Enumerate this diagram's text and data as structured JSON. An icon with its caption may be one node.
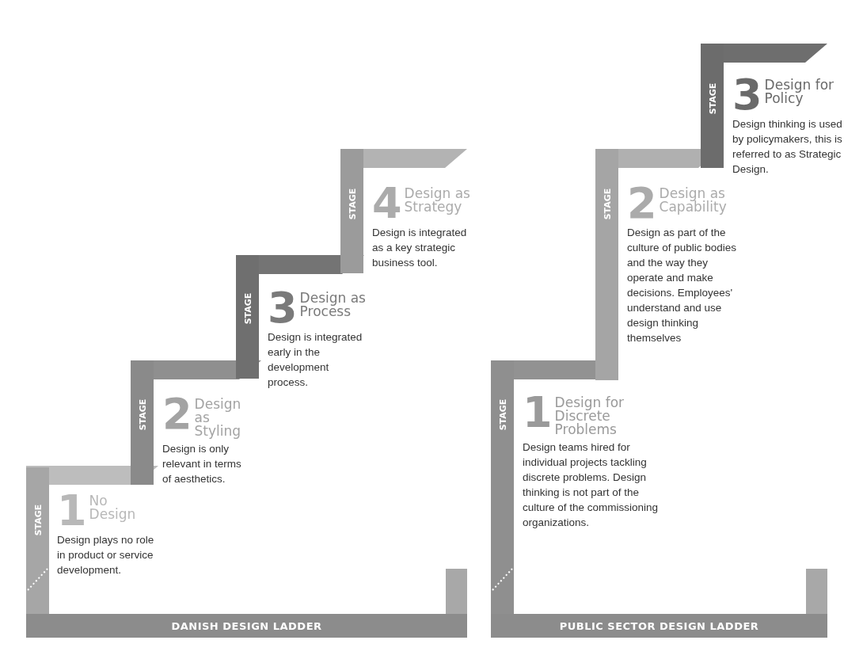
{
  "diagram": {
    "nodes": [
      {
        "text": [
          "DANISH DESIGN LADDER"
        ]
      },
      {
        "text": [
          "1",
          "No Design",
          "Design plays no role in product or service development."
        ],
        "beside": [
          "STAGE"
        ]
      },
      {
        "text": [
          "2",
          "Design as Styling",
          "Design is only relevant in terms of aesthetics."
        ],
        "beside": [
          "STAGE"
        ]
      },
      {
        "text": [
          "3",
          "Design as Process",
          "Design is integrated early in the development process."
        ],
        "beside": [
          "STAGE"
        ]
      },
      {
        "text": [
          "4",
          "Design as Strategy",
          "Design is integrated as a key strategic business tool."
        ],
        "beside": [
          "STAGE"
        ]
      },
      {
        "text": [
          "PUBLIC SECTOR DESIGN LADDER"
        ]
      },
      {
        "text": [
          "1",
          "Design for Discrete Problems",
          "Design teams hired for individual projects tackling discrete problems. Design thinking is not part of the culture of the commissioning organizations."
        ],
        "beside": [
          "STAGE"
        ]
      },
      {
        "text": [
          "2",
          "Design as Capability",
          "Design as part of the culture of public bodies and  the way they operate and make decisions. Employees' understand and use design thinking themselves"
        ],
        "beside": [
          "STAGE"
        ]
      },
      {
        "text": [
          "3",
          "Design for Policy",
          "Design thinking is used by policymakers, this is referred to as Strategic Design."
        ],
        "beside": [
          "STAGE"
        ]
      }
    ]
  }
}
